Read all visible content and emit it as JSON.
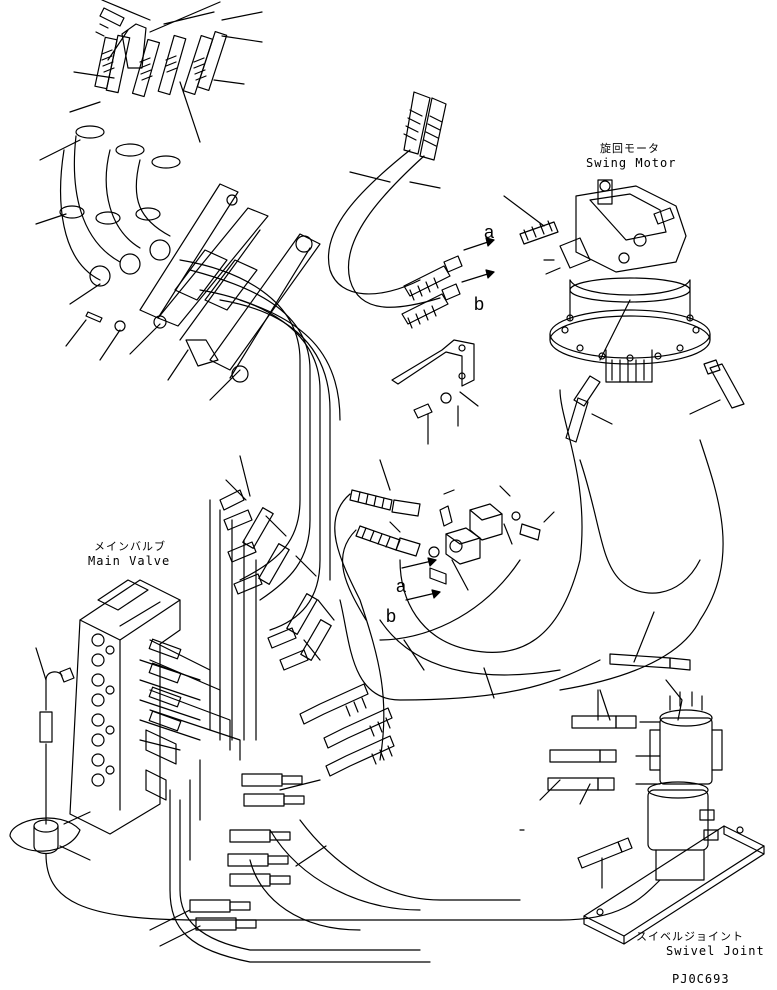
{
  "labels": {
    "swing_motor_jp": "旋回モータ",
    "swing_motor_en": "Swing Motor",
    "main_valve_jp": "メインバルブ",
    "main_valve_en": "Main Valve",
    "swivel_joint_jp": "スイベルジョイント",
    "swivel_joint_en": "Swivel Joint",
    "part_code": "PJ0C693"
  },
  "callouts": {
    "a_top": "a",
    "b_top": "b",
    "a_mid": "a",
    "b_mid": "b"
  }
}
